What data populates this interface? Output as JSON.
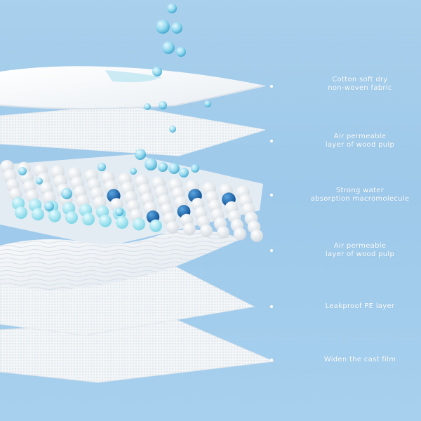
{
  "layers": [
    {
      "label": "Cotton soft dry\nnon-woven fabric"
    },
    {
      "label": "Air permeable\nlayer of wood pulp"
    },
    {
      "label": "Strong water\nabsorption macromolecule"
    },
    {
      "label": "Air permeable\nlayer of wood pulp"
    },
    {
      "label": "Leakproof PE layer"
    },
    {
      "label": "Widen the cast film"
    }
  ],
  "colors": {
    "background": "#a3cdec",
    "sheet": "#f4f6f8",
    "bead_white": "#eef2f5",
    "bead_cyan": "#9fe3ee",
    "bead_blue": "#1f6fb5",
    "droplet": "#7fd0ea"
  }
}
